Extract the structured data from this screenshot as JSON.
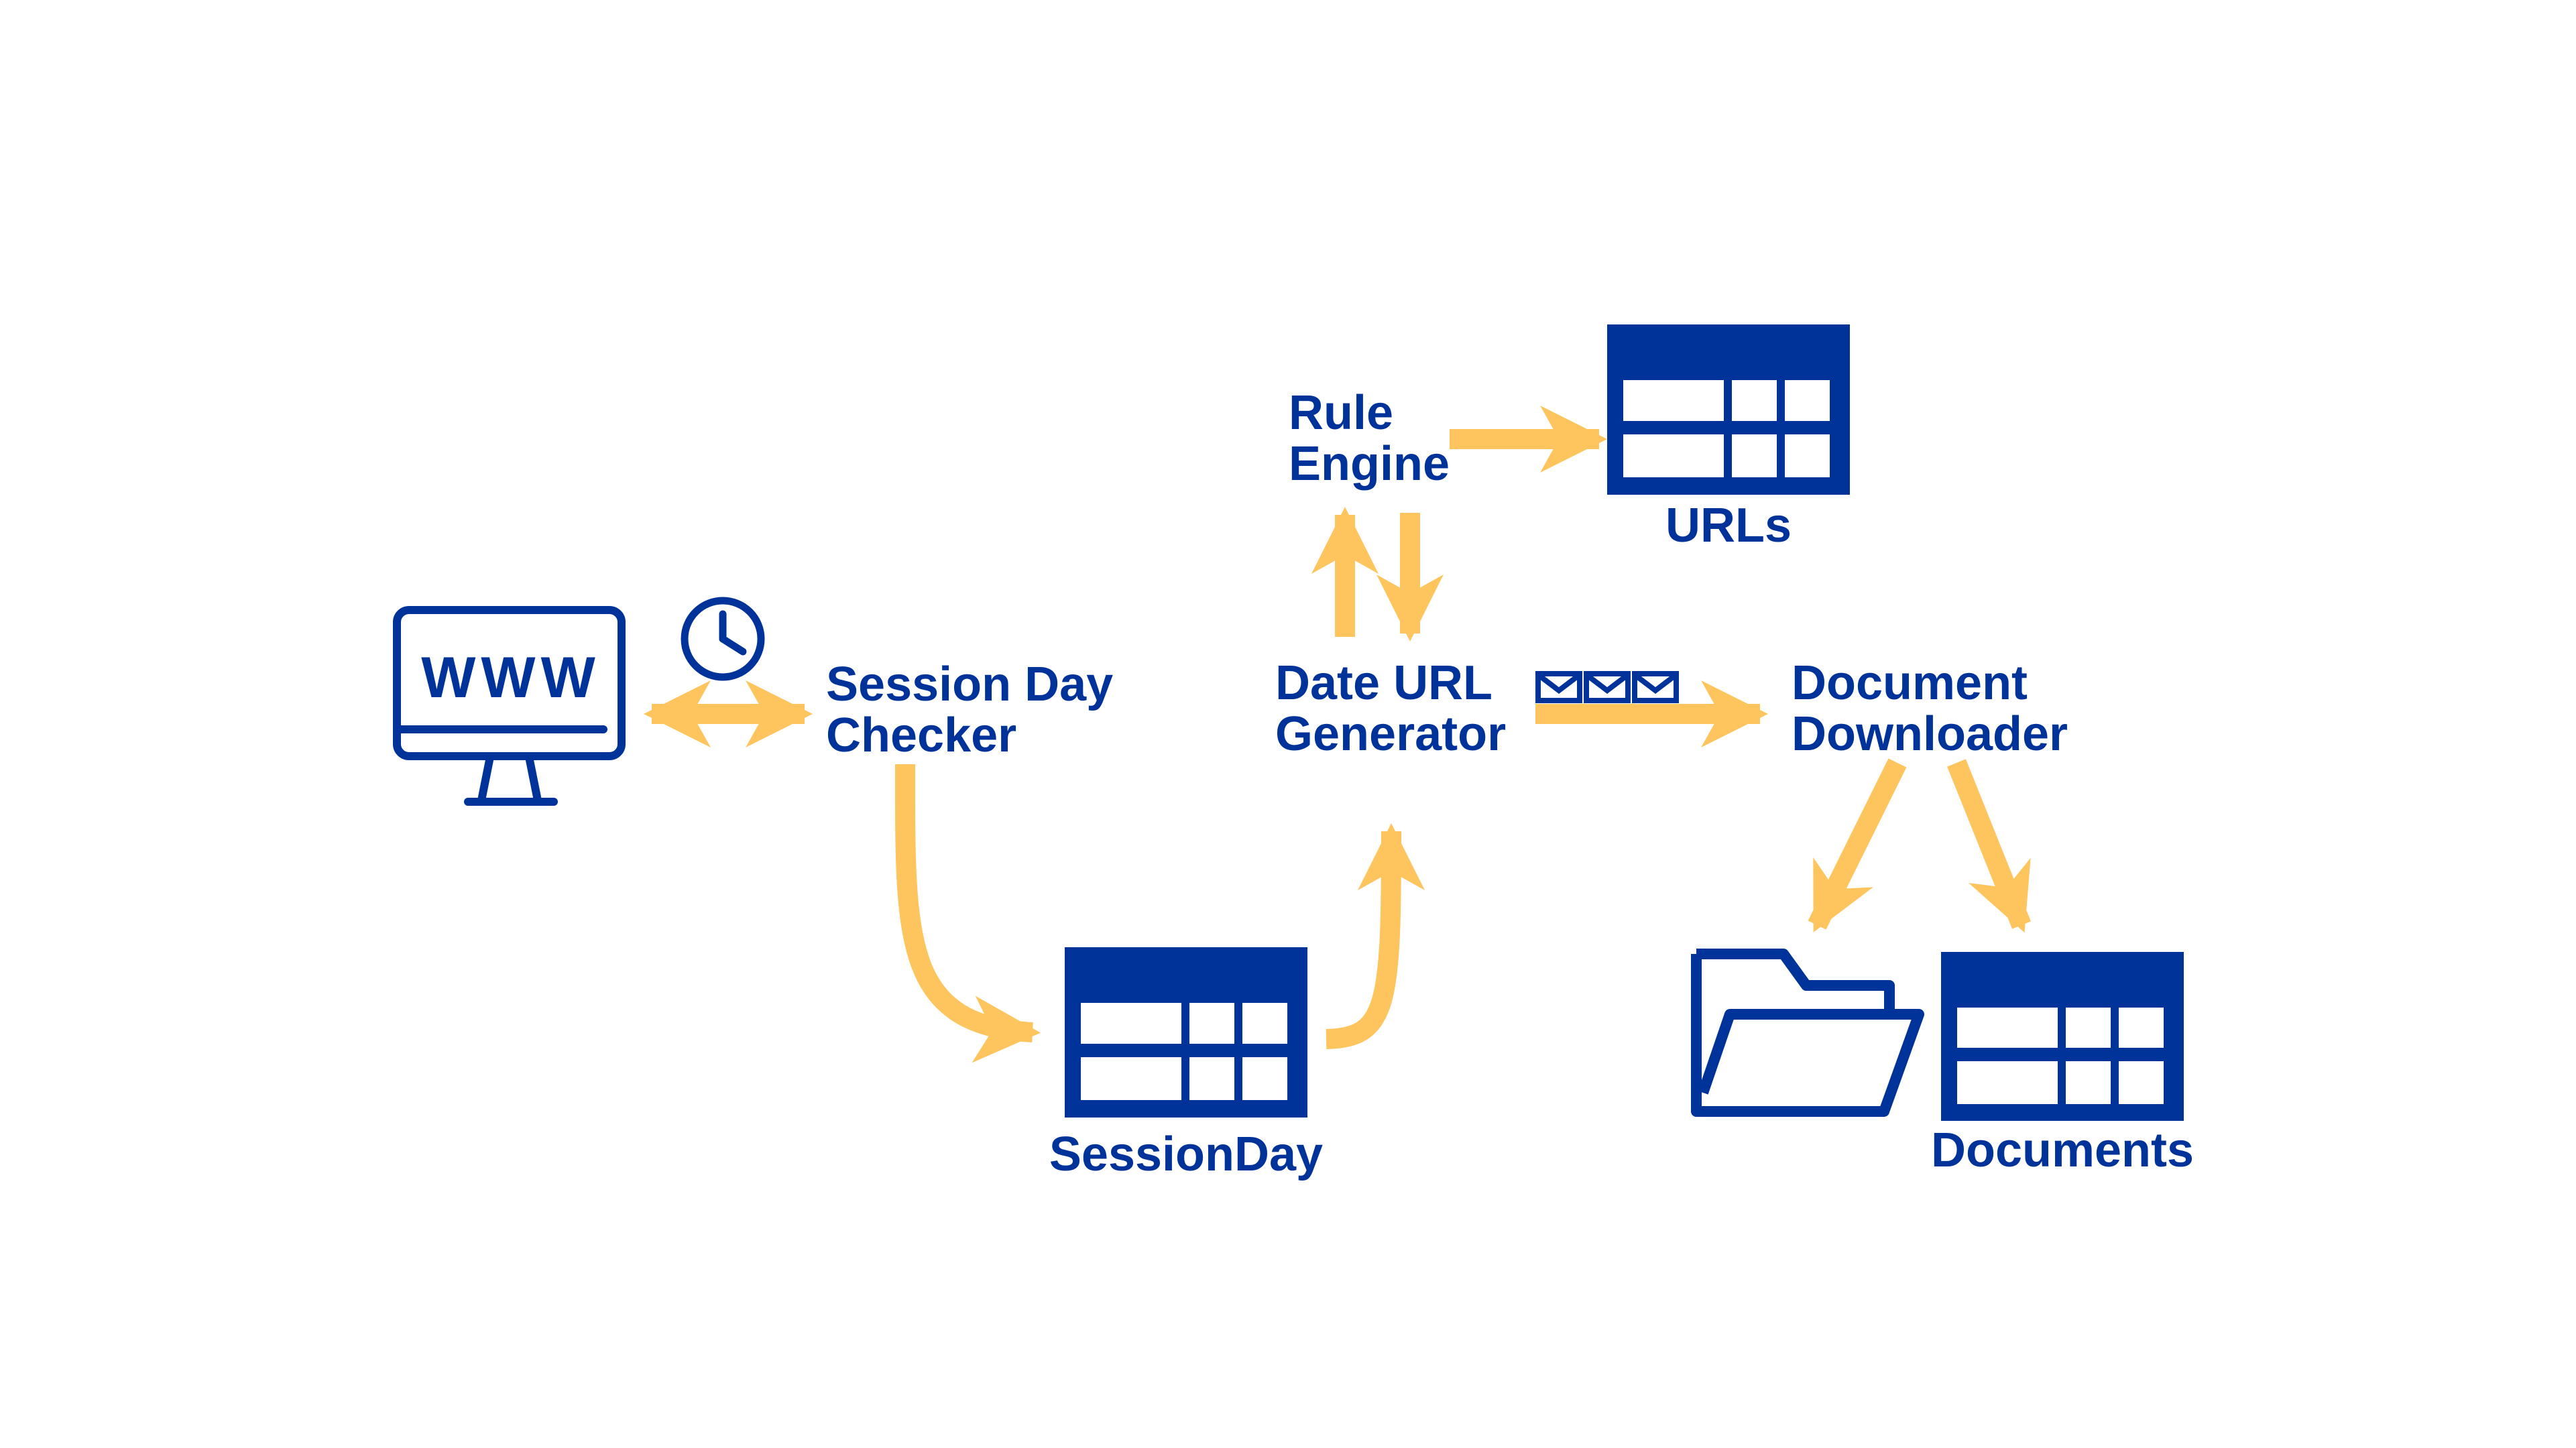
{
  "colors": {
    "primary": "#003399",
    "arrow": "#fec45d",
    "background": "#ffffff"
  },
  "icons": {
    "website": "monitor-www-icon",
    "schedule": "clock-icon",
    "messages": "envelope-icon",
    "folder": "folder-icon",
    "table": "table-icon"
  },
  "nodes": {
    "website": {
      "label": "WWW"
    },
    "session_day_checker": {
      "line1": "Session Day",
      "line2": "Checker"
    },
    "session_day_table": {
      "label": "SessionDay"
    },
    "date_url_generator": {
      "line1": "Date URL",
      "line2": "Generator"
    },
    "rule_engine": {
      "line1": "Rule",
      "line2": "Engine"
    },
    "urls_table": {
      "label": "URLs"
    },
    "document_downloader": {
      "line1": "Document",
      "line2": "Downloader"
    },
    "documents_table": {
      "label": "Documents"
    }
  }
}
